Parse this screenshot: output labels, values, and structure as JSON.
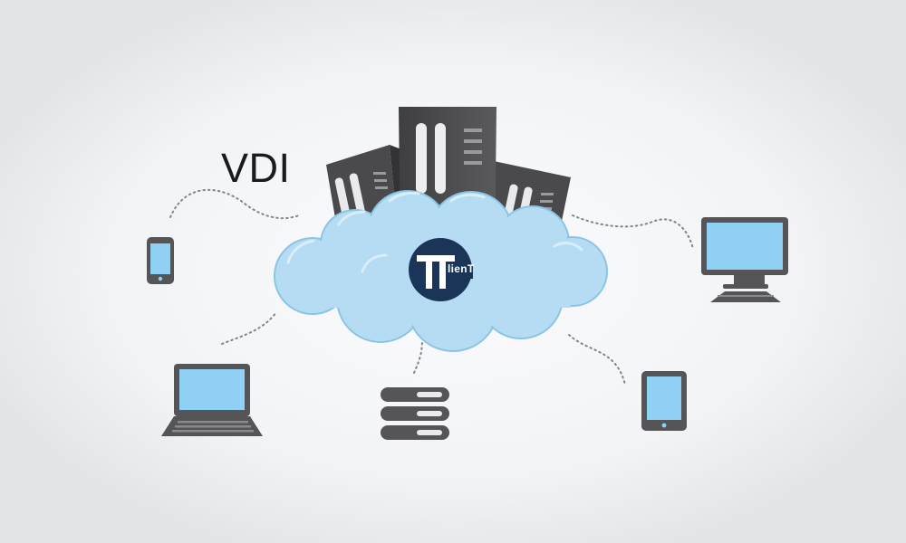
{
  "title": "VDI",
  "logo": {
    "text": "lienT",
    "color": "#1a3557"
  },
  "colors": {
    "background": "#e9ecef",
    "cloud": "#b5dcf2",
    "cloud_outline": "#8cc4e4",
    "server": "#4b4b4d",
    "device": "#555558",
    "screen": "#8fd0f4",
    "connector": "#7b8790"
  },
  "nodes": [
    {
      "name": "smartphone",
      "icon": "smartphone-icon"
    },
    {
      "name": "laptop",
      "icon": "laptop-icon"
    },
    {
      "name": "server-stack",
      "icon": "server-stack-icon"
    },
    {
      "name": "tablet",
      "icon": "tablet-icon"
    },
    {
      "name": "desktop-monitor",
      "icon": "desktop-monitor-icon"
    }
  ]
}
